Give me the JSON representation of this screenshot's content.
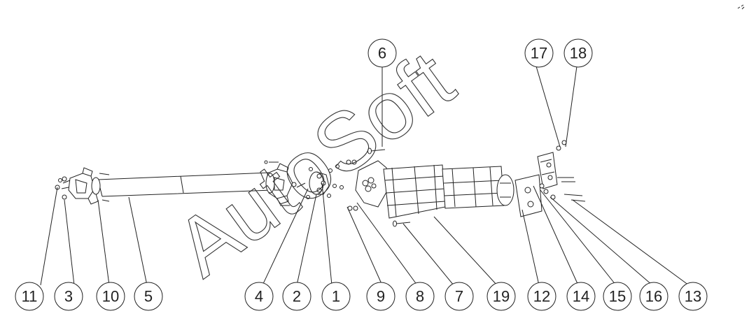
{
  "callouts": [
    "11",
    "3",
    "10",
    "5",
    "4",
    "2",
    "1",
    "9",
    "8",
    "7",
    "19",
    "12",
    "14",
    "15",
    "16",
    "13",
    "6",
    "17",
    "18"
  ],
  "watermark": "AutoSoft"
}
